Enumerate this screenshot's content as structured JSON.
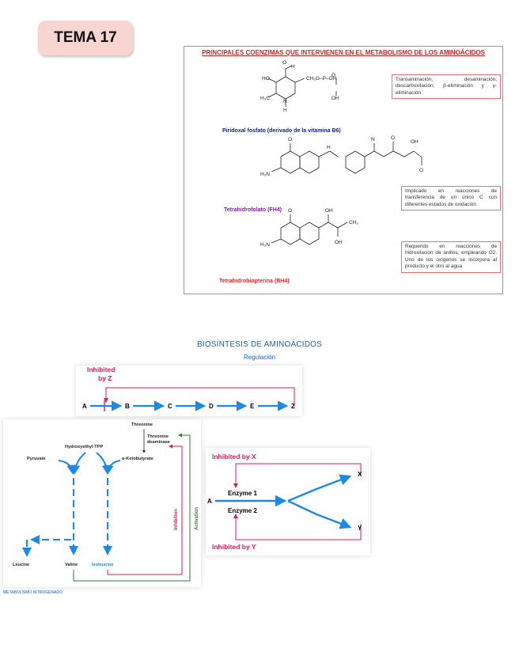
{
  "tema": {
    "label": "TEMA 17"
  },
  "coenzimas": {
    "title": "PRINCIPALES COENZIMAS QUE INTERVIENEN EN EL METABOLISMO DE LOS AMINOÁCIDOS",
    "molecules": [
      {
        "name": "Piridoxal fosfato (derivado de la vitamina B6)",
        "color": "#1a237e",
        "note": "Transaminación; desaminación; descarboxilación; β-eliminación y γ-eliminación"
      },
      {
        "name": "Tetrahidrofolato (FH4)",
        "color": "#7b1fa2",
        "note": "Implicado en reacciones de transferencia de un único C con diferentes estados de oxidación"
      },
      {
        "name": "Tetrahidrobiopterina (BH4)",
        "color": "#d32f2f",
        "note": "Requerido en reacciones de hidroxilación de anillos, empleando O2. Uno de los oxígenos se incorpora al producto y el otro al agua"
      }
    ]
  },
  "biosintesis": {
    "title": "BIOSÍNTESIS DE AMINOÁCIDOS",
    "subtitle": "Regulación",
    "panel1": {
      "inhibited": "Inhibited",
      "by": "by Z",
      "nodes": [
        "A",
        "B",
        "C",
        "D",
        "E",
        "Z"
      ]
    },
    "panel2": {
      "threonine": "Threonine",
      "deaminase_1": "Threonine",
      "deaminase_2": "deaminase",
      "hydroxyethyl": "Hydroxyethyl-TPP",
      "pyruvate": "Pyruvate",
      "ketobutyrate": "α-Ketobutyrate",
      "leucine": "Leucine",
      "valine": "Valine",
      "isoleucine": "Isoleucine",
      "inhibition": "Inhibition",
      "activation": "Activation"
    },
    "panel3": {
      "inhibited_x": "Inhibited by X",
      "inhibited_y": "Inhibited by Y",
      "a": "A",
      "enzyme1": "Enzyme 1",
      "enzyme2": "Enzyme 2",
      "x": "X",
      "y": "Y"
    }
  },
  "footer": "METABOLISMO NITROGENADO"
}
